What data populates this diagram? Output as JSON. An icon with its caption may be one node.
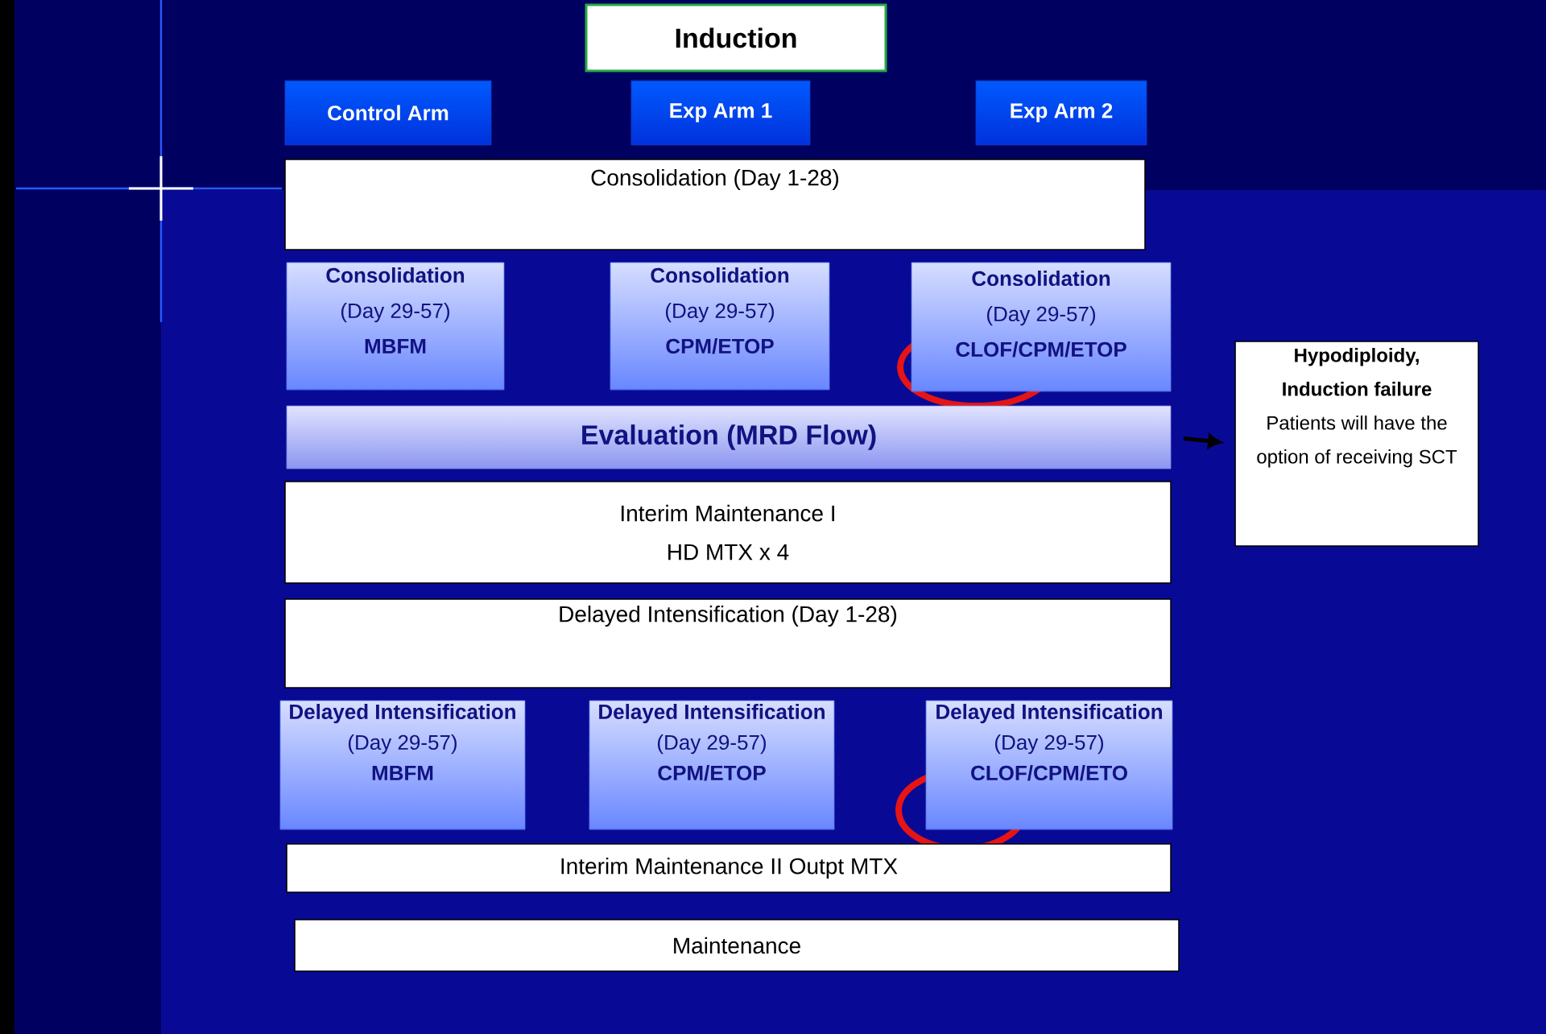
{
  "diagram": {
    "nodes": [
      {
        "text": [
          "Induction"
        ]
      },
      {
        "text": [
          "Control Arm"
        ]
      },
      {
        "text": [
          "Exp Arm 1"
        ]
      },
      {
        "text": [
          "Exp Arm 2"
        ]
      },
      {
        "text": [
          "Consolidation  (Day 1-28)"
        ]
      },
      {
        "text": [
          "Consolidation",
          "(Day 29-57)",
          "MBFM"
        ]
      },
      {
        "text": [
          "Consolidation",
          "(Day 29-57)",
          "CPM/ETOP"
        ]
      },
      {
        "text": [
          "Consolidation",
          "(Day 29-57)",
          "CLOF/CPM/ETOP"
        ]
      },
      {
        "text": [
          "Evaluation (MRD Flow)"
        ]
      },
      {
        "text": [
          "Hypodiploidy, Induction failure",
          "Patients will have the option of receiving SCT"
        ]
      },
      {
        "text": [
          "Interim Maintenance I",
          "HD MTX x 4"
        ]
      },
      {
        "text": [
          "Delayed Intensification (Day 1-28)"
        ]
      },
      {
        "text": [
          "Delayed Intensification",
          "(Day 29-57)",
          "MBFM"
        ]
      },
      {
        "text": [
          "Delayed Intensification",
          "(Day 29-57)",
          "CPM/ETOP"
        ]
      },
      {
        "text": [
          "Delayed Intensification",
          "(Day 29-57)",
          "CLOF/CPM/ETO"
        ]
      },
      {
        "text": [
          "Interim Maintenance II  Outpt MTX"
        ]
      },
      {
        "text": [
          "Maintenance"
        ]
      }
    ],
    "edges": [
      {
        "from": 8,
        "to": 9,
        "arrow": "to"
      }
    ]
  }
}
